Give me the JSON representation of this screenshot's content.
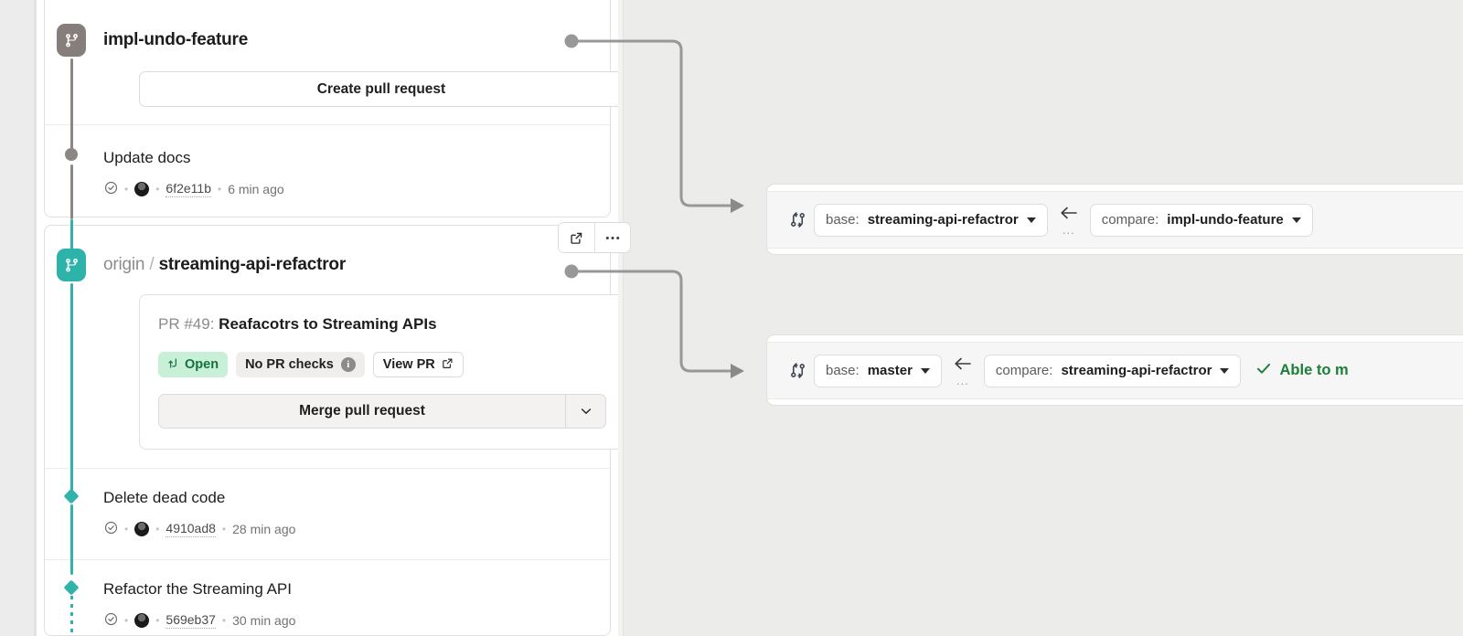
{
  "branches": [
    {
      "icon": "git-branch-icon",
      "color": "#867e7b",
      "origin": "",
      "name": "impl-undo-feature",
      "action_label": "Create pull request",
      "commits": [
        {
          "title": "Update docs",
          "status_icon": "check-circle-icon",
          "avatar": "author-avatar",
          "hash": "6f2e11b",
          "time": "6 min ago"
        }
      ]
    },
    {
      "icon": "git-branch-icon",
      "color": "#2eb3ab",
      "origin": "origin",
      "separator": "/",
      "name": "streaming-api-refactror",
      "actions": {
        "open_external": "open-external-icon",
        "more": "more-options-icon"
      },
      "pull_request": {
        "number_label": "PR #49:",
        "title": "Reafacotrs to Streaming APIs",
        "state_label": "Open",
        "state_icon": "pull-request-icon",
        "checks_label": "No PR checks",
        "checks_info_icon": "info-icon",
        "view_label": "View PR",
        "view_icon": "external-link-icon",
        "merge_label": "Merge pull request",
        "merge_caret_icon": "chevron-down-icon"
      },
      "commits": [
        {
          "title": "Delete dead code",
          "status_icon": "check-circle-icon",
          "avatar": "author-avatar",
          "hash": "4910ad8",
          "time": "28 min ago"
        },
        {
          "title": "Refactor the Streaming API",
          "status_icon": "check-circle-icon",
          "avatar": "author-avatar",
          "hash": "569eb37",
          "time": "30 min ago"
        }
      ]
    }
  ],
  "compares": [
    {
      "icon": "git-compare-icon",
      "base_prefix": "base:",
      "base": "streaming-api-refactror",
      "arrow_icon": "arrow-left-icon",
      "dots": "...",
      "compare_prefix": "compare:",
      "compare": "impl-undo-feature",
      "status": "",
      "status_icon": ""
    },
    {
      "icon": "git-compare-icon",
      "base_prefix": "base:",
      "base": "master",
      "arrow_icon": "arrow-left-icon",
      "dots": "...",
      "compare_prefix": "compare:",
      "compare": "streaming-api-refactror",
      "status": "Able to m",
      "status_icon": "check-icon"
    }
  ],
  "colors": {
    "teal": "#2eb3ab",
    "gray_branch": "#867e7b",
    "green": "#1a7f37",
    "open_badge_bg": "#c8f0d8",
    "open_badge_fg": "#18703c",
    "connector": "#989898"
  }
}
